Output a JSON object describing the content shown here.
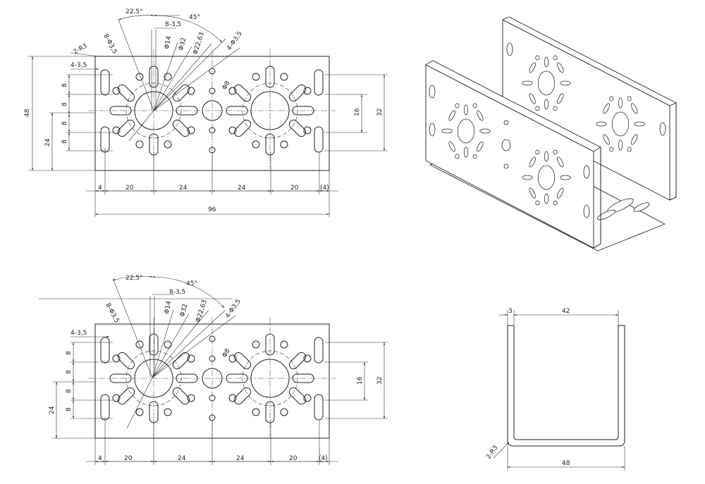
{
  "front_view": {
    "angle_small": "22,5°",
    "angle_large": "45°",
    "slots_8": "8-3,5",
    "holes_8": "8-Φ3,5",
    "holes_4": "4-Φ3,5",
    "dia_14": "Φ14",
    "dia_32": "Φ32",
    "dia_2263": "Φ22,63",
    "dia_8": "Φ8",
    "radius_r3": "2-R3",
    "side_slots": "4-3,5",
    "pitch_8": "8",
    "height_48": "48",
    "height_24": "24",
    "height_16": "16",
    "height_32": "32",
    "w_4": "4",
    "w_20": "20",
    "w_24": "24",
    "w_paren4": "(4)",
    "total_96": "96"
  },
  "side_view": {
    "thickness": "3",
    "inner": "42",
    "outer": "48",
    "radius": "2-R3"
  }
}
